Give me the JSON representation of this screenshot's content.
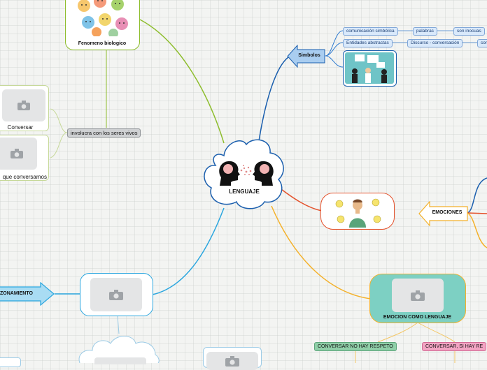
{
  "central": {
    "title": "LENGUAJE"
  },
  "bio": {
    "title": "Fenomeno biologico"
  },
  "involucra": {
    "label": "involucra con los seres vivos"
  },
  "conversar": {
    "label": "Conversar"
  },
  "conversamos": {
    "label": "que conversamos"
  },
  "simbolos": {
    "title": "Simbolos",
    "row1": {
      "a": "comunicación simbólica",
      "b": "palabras",
      "c": "son inocuas"
    },
    "row2": {
      "a": "Entidades abstractas",
      "b": "Discurso - conversación",
      "c": "con"
    }
  },
  "emociones": {
    "title": "EMOCIONES"
  },
  "emocion_lenguaje": {
    "title": "EMOCION COMO LENGUAJE"
  },
  "no_respeto": {
    "label": "CONVERSAR NO HAY RESPETO"
  },
  "si_respeto": {
    "label": "CONVERSAR, SI HAY RE"
  },
  "razonamiento": {
    "title": "ZONAMIENTO"
  },
  "colors": {
    "green": "#8dbd2c",
    "blue": "#1b5fae",
    "red": "#e4512b",
    "orange": "#f4b12a",
    "cyan": "#2aa6df",
    "teal": "#7dd0c3"
  }
}
